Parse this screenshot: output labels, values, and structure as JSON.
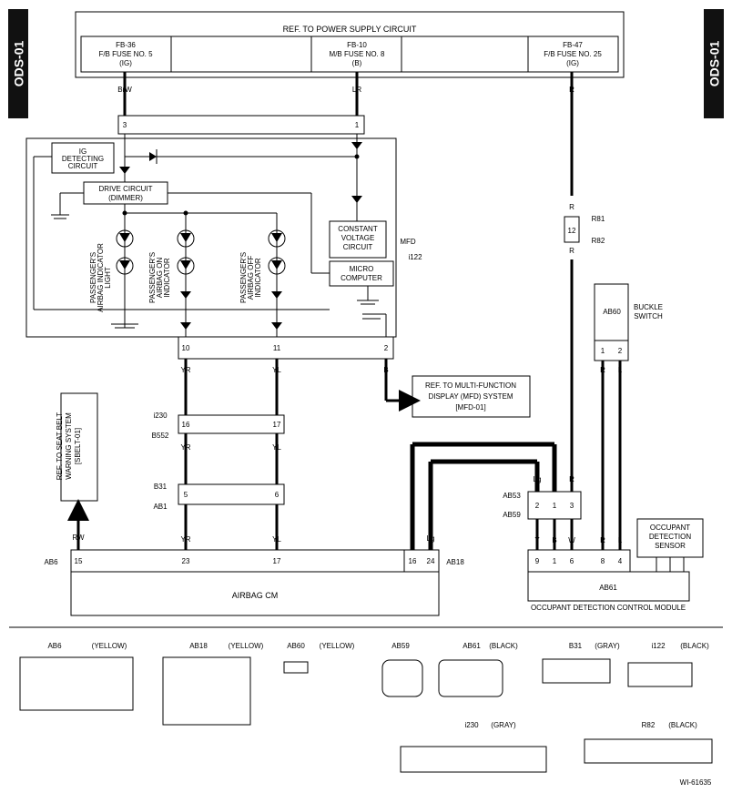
{
  "side_tabs": {
    "left": "ODS-01",
    "right": "ODS-01"
  },
  "power": {
    "title": "REF. TO POWER SUPPLY CIRCUIT",
    "fuse1": [
      "FB-36",
      "F/B FUSE NO. 5",
      "(IG)"
    ],
    "fuse2": [
      "FB-10",
      "M/B FUSE NO. 8",
      "(B)"
    ],
    "fuse3": [
      "FB-47",
      "F/B FUSE NO. 25",
      "(IG)"
    ]
  },
  "mfd": {
    "name": "MFD",
    "conn": "i122",
    "ig": [
      "IG",
      "DETECTING",
      "CIRCUIT"
    ],
    "drive": [
      "DRIVE CIRCUIT",
      "(DIMMER)"
    ],
    "cvc": [
      "CONSTANT",
      "VOLTAGE",
      "CIRCUIT"
    ],
    "micro": [
      "MICRO",
      "COMPUTER"
    ],
    "light1": [
      "PASSENGER'S",
      "AIRBAG INDICATOR",
      "LIGHT"
    ],
    "light2": [
      "PASSENGER'S",
      "AIRBAG ON",
      "INDICATOR"
    ],
    "light3": [
      "PASSENGER'S",
      "AIRBAG OFF",
      "INDICATOR"
    ]
  },
  "wires": {
    "brw": "BrW",
    "lr": "LR",
    "r": "R",
    "yr": "YR",
    "yl": "YL",
    "b": "B",
    "rw": "RW",
    "lg": "Lg",
    "y": "Y",
    "w": "W",
    "l": "L"
  },
  "pins": {
    "p3": "3",
    "p1": "1",
    "p10": "10",
    "p11": "11",
    "p2": "2",
    "p12": "12",
    "p16": "16",
    "p17": "17",
    "p5": "5",
    "p6": "6",
    "p15": "15",
    "p23": "23",
    "p24": "24",
    "p9": "9",
    "p4": "4",
    "p8": "8"
  },
  "conns": {
    "r81": "R81",
    "r82": "R82",
    "i230": "i230",
    "b552": "B552",
    "b31": "B31",
    "ab1": "AB1",
    "ab6": "AB6",
    "ab18": "AB18",
    "ab53": "AB53",
    "ab59": "AB59",
    "ab60": "AB60",
    "ab61": "AB61"
  },
  "ref_mfd": [
    "REF. TO MULTI-FUNCTION",
    "DISPLAY (MFD) SYSTEM",
    "[MFD-01]"
  ],
  "ref_seatbelt": [
    "REF. TO SEAT BELT",
    "WARNING SYSTEM",
    "[SBELT-01]"
  ],
  "buckle": [
    "BUCKLE",
    "SWITCH"
  ],
  "ods_sensor": [
    "OCCUPANT",
    "DETECTION",
    "SENSOR"
  ],
  "airbag_cm": "AIRBAG CM",
  "odcm": "OCCUPANT DETECTION CONTROL MODULE",
  "legend": {
    "ab6": {
      "name": "AB6",
      "color": "(YELLOW)"
    },
    "ab18": {
      "name": "AB18",
      "color": "(YELLOW)"
    },
    "ab60": {
      "name": "AB60",
      "color": "(YELLOW)"
    },
    "ab59": {
      "name": "AB59"
    },
    "ab61": {
      "name": "AB61",
      "color": "(BLACK)"
    },
    "b31": {
      "name": "B31",
      "color": "(GRAY)"
    },
    "i122": {
      "name": "i122",
      "color": "(BLACK)"
    },
    "i230": {
      "name": "i230",
      "color": "(GRAY)"
    },
    "r82": {
      "name": "R82",
      "color": "(BLACK)"
    }
  },
  "figure_id": "WI-61635"
}
